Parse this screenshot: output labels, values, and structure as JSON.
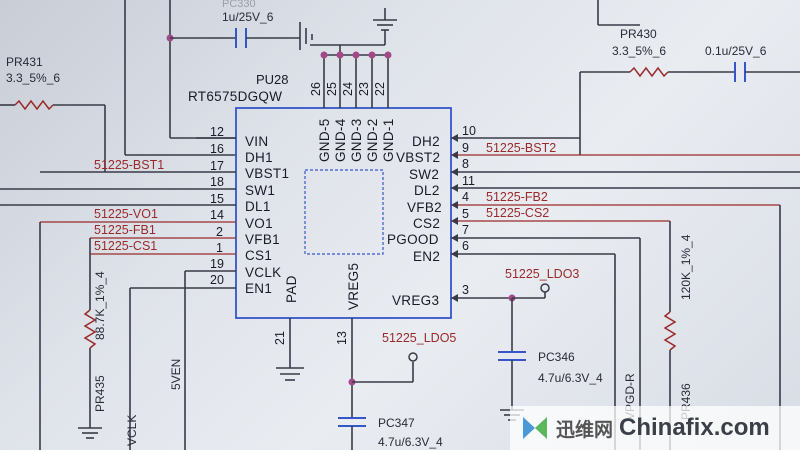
{
  "chip": {
    "ref": "PU28",
    "part": "RT6575DGQW",
    "pad_label": "PAD",
    "vreg5_label": "VREG5",
    "top_pins": [
      {
        "num": "26",
        "name": "GND-5"
      },
      {
        "num": "25",
        "name": "GND-4"
      },
      {
        "num": "24",
        "name": "GND-3"
      },
      {
        "num": "23",
        "name": "GND-2"
      },
      {
        "num": "22",
        "name": "GND-1"
      }
    ],
    "left_pins": [
      {
        "num": "12",
        "name": "VIN"
      },
      {
        "num": "16",
        "name": "DH1"
      },
      {
        "num": "17",
        "name": "VBST1"
      },
      {
        "num": "18",
        "name": "SW1"
      },
      {
        "num": "15",
        "name": "DL1"
      },
      {
        "num": "14",
        "name": "VO1"
      },
      {
        "num": "2",
        "name": "VFB1"
      },
      {
        "num": "1",
        "name": "CS1"
      },
      {
        "num": "19",
        "name": "VCLK"
      },
      {
        "num": "20",
        "name": "EN1"
      }
    ],
    "right_pins": [
      {
        "num": "10",
        "name": "DH2"
      },
      {
        "num": "9",
        "name": "VBST2"
      },
      {
        "num": "8",
        "name": "SW2"
      },
      {
        "num": "11",
        "name": "DL2"
      },
      {
        "num": "4",
        "name": "VFB2"
      },
      {
        "num": "5",
        "name": "CS2"
      },
      {
        "num": "7",
        "name": "PGOOD"
      },
      {
        "num": "6",
        "name": "EN2"
      },
      {
        "num": "3",
        "name": "VREG3"
      }
    ],
    "bottom_pins": [
      {
        "num": "21"
      },
      {
        "num": "13"
      }
    ]
  },
  "nets": {
    "left": [
      "51225-BST1",
      "51225-VO1",
      "51225-FB1",
      "51225-CS1"
    ],
    "right": [
      "51225-BST2",
      "51225-FB2",
      "51225-CS2"
    ],
    "ldo3": "51225_LDO3",
    "ldo5": "51225_LDO5"
  },
  "components": {
    "pr431": {
      "ref": "PR431",
      "value": "3.3_5%_6"
    },
    "pr430": {
      "ref": "PR430",
      "value": "3.3_5%_6"
    },
    "pc_top": {
      "ref": "PC330",
      "value": "1u/25V_6"
    },
    "pc_top_right_value": "0.1u/25V_6",
    "pr435": {
      "ref": "PR435",
      "value": "88.7K_1%_4"
    },
    "pr436": {
      "ref": "PR436",
      "value": "120K_1%_4"
    },
    "pc346": {
      "ref": "PC346",
      "value": "4.7u/6.3V_4"
    },
    "pc347": {
      "ref": "PC347",
      "value": "4.7u/6.3V_4"
    }
  },
  "misc": {
    "vclk": "VCLK",
    "five_ven": "5VEN",
    "vpgd": "VPGD-R"
  },
  "watermark": {
    "cn": "迅维网",
    "en": "Chinafix.com"
  },
  "colors": {
    "chip_outline": "#3456c8",
    "net_label": "#9a2a2a",
    "junction": "#a04a8a"
  }
}
